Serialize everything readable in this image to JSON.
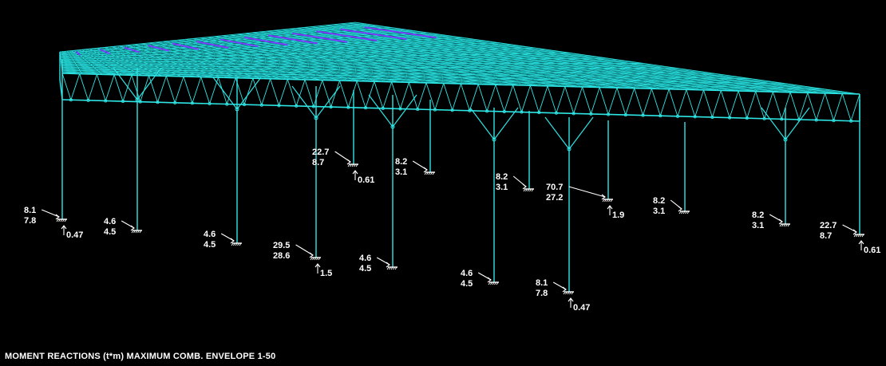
{
  "caption": "MOMENT REACTIONS  (t*m)  MAXIMUM COMB. ENVELOPE  1-50",
  "colors": {
    "background": "#000000",
    "member": "#2ee6e6",
    "bracing": "#22d8d8",
    "purlin": "#7a3cff",
    "text": "#ffffff"
  },
  "supports": [
    {
      "id": "s1",
      "mx": "8.1",
      "my": "7.8",
      "mz": "0.47"
    },
    {
      "id": "s2",
      "mx": "4.6",
      "my": "4.5"
    },
    {
      "id": "s3",
      "mx": "4.6",
      "my": "4.5"
    },
    {
      "id": "s4",
      "mx": "29.5",
      "my": "28.6",
      "mz": "1.5"
    },
    {
      "id": "s5",
      "mx": "4.6",
      "my": "4.5"
    },
    {
      "id": "s6",
      "mx": "4.6",
      "my": "4.5"
    },
    {
      "id": "s7",
      "mx": "8.1",
      "my": "7.8",
      "mz": "0.47"
    },
    {
      "id": "s8",
      "mx": "22.7",
      "my": "8.7",
      "mz": "0.61"
    },
    {
      "id": "s9",
      "mx": "8.2",
      "my": "3.1"
    },
    {
      "id": "s10",
      "mx": "8.2",
      "my": "3.1"
    },
    {
      "id": "s11",
      "mx": "70.7",
      "my": "27.2",
      "mz": "1.9"
    },
    {
      "id": "s12",
      "mx": "8.2",
      "my": "3.1"
    },
    {
      "id": "s13",
      "mx": "8.2",
      "my": "3.1"
    },
    {
      "id": "s14",
      "mx": "22.7",
      "my": "8.7",
      "mz": "0.61"
    }
  ]
}
